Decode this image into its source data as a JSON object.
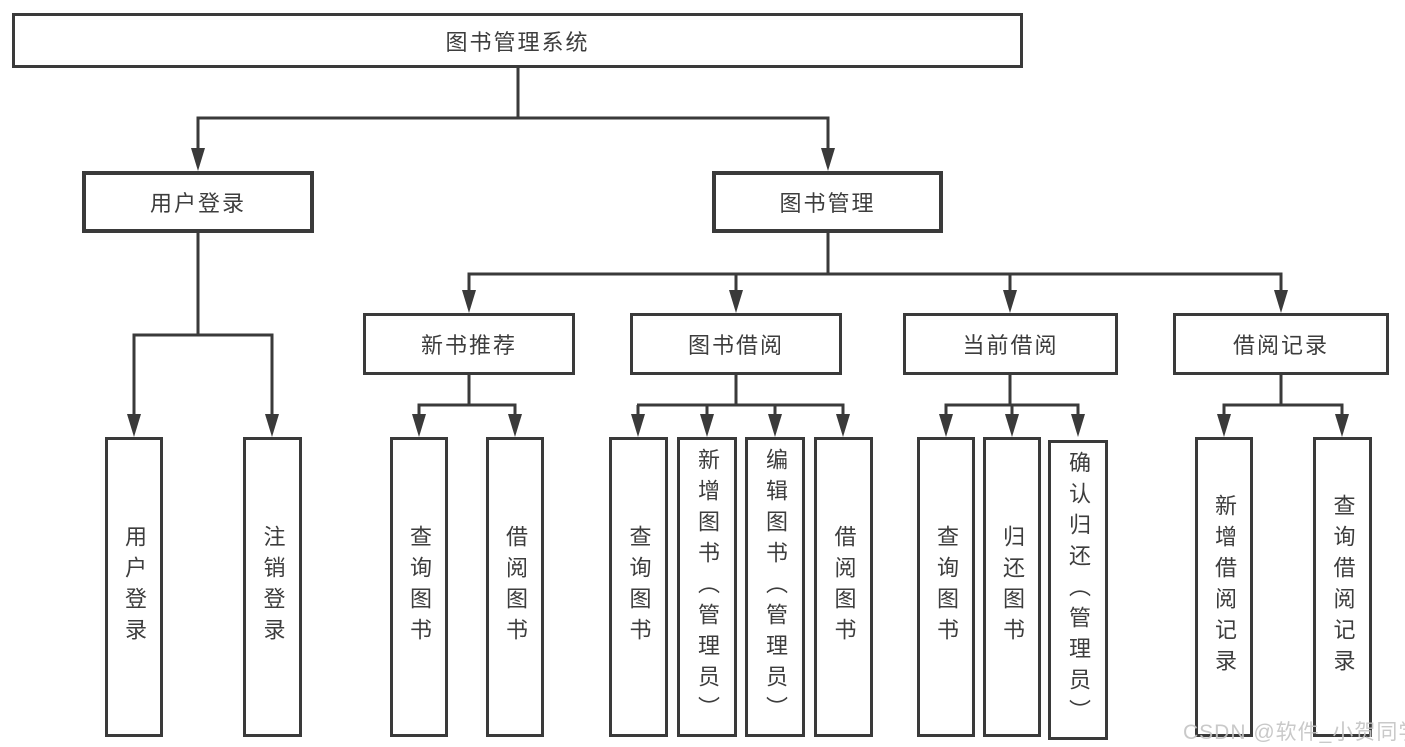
{
  "diagram": {
    "title_hint": "library management system feature tree",
    "root": {
      "label": "图书管理系统"
    },
    "branches": [
      {
        "label": "用户登录",
        "children": [
          {
            "label": "用户登录"
          },
          {
            "label": "注销登录"
          }
        ]
      },
      {
        "label": "图书管理",
        "children": [
          {
            "label": "新书推荐",
            "children": [
              {
                "label": "查询图书"
              },
              {
                "label": "借阅图书"
              }
            ]
          },
          {
            "label": "图书借阅",
            "children": [
              {
                "label": "查询图书"
              },
              {
                "label": "新增图书（管理员）"
              },
              {
                "label": "编辑图书（管理员）"
              },
              {
                "label": "借阅图书"
              }
            ]
          },
          {
            "label": "当前借阅",
            "children": [
              {
                "label": "查询图书"
              },
              {
                "label": "归还图书"
              },
              {
                "label": "确认归还（管理员）"
              }
            ]
          },
          {
            "label": "借阅记录",
            "children": [
              {
                "label": "新增借阅记录"
              },
              {
                "label": "查询借阅记录"
              }
            ]
          }
        ]
      }
    ]
  },
  "watermark": {
    "text": "CSDN @软件_小贺同学"
  },
  "colors": {
    "line": "#3a3a3a",
    "text": "#3d3d3d",
    "watermark": "#c5c5c5",
    "background": "#ffffff"
  }
}
